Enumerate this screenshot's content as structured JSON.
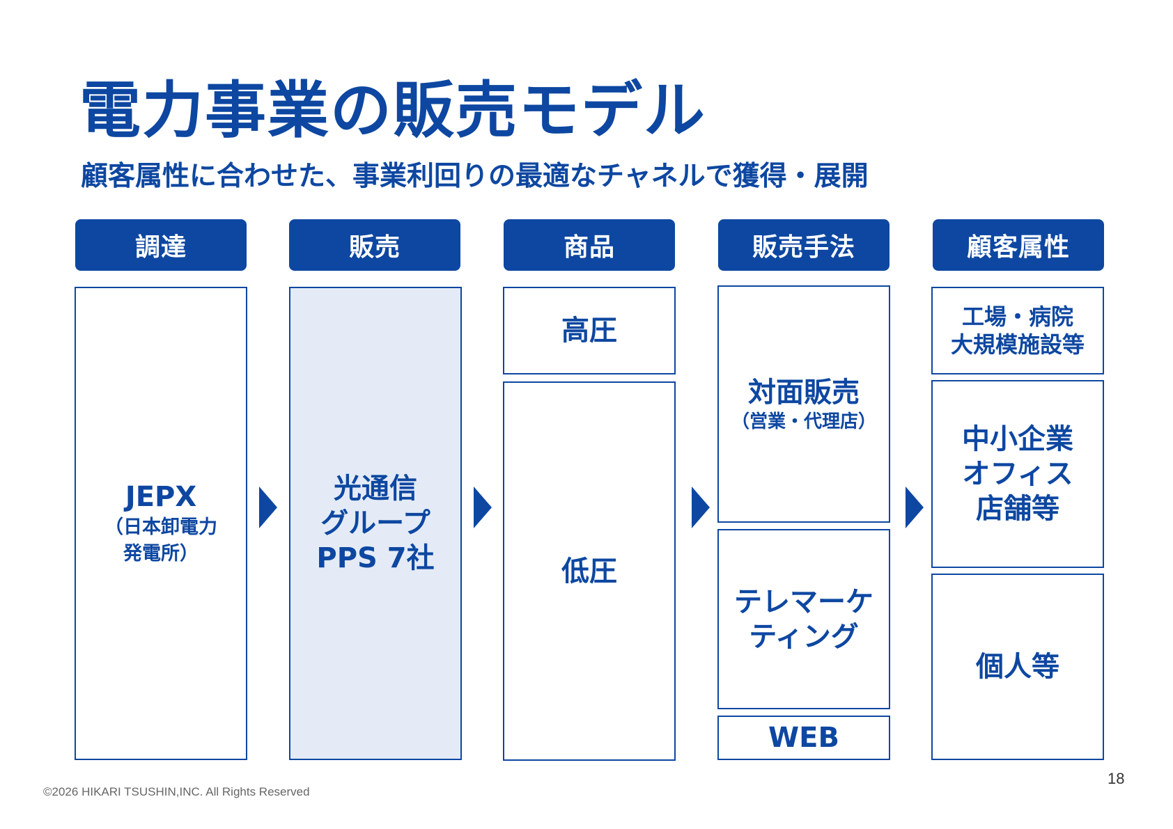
{
  "title": "電力事業の販売モデル",
  "subtitle": "顧客属性に合わせた、事業利回りの最適なチャネルで獲得・展開",
  "columns": {
    "procurement": {
      "header": "調達",
      "box": {
        "line1": "JEPX",
        "line2": "（日本卸電力",
        "line3": "発電所）"
      }
    },
    "sales": {
      "header": "販売",
      "box": {
        "line1": "光通信",
        "line2": "グループ",
        "line3": "PPS 7社"
      }
    },
    "products": {
      "header": "商品",
      "high_voltage": "高圧",
      "low_voltage": "低圧"
    },
    "sales_methods": {
      "header": "販売手法",
      "face_to_face": {
        "line1": "対面販売",
        "line2": "（営業・代理店）"
      },
      "telemarketing": {
        "line1": "テレマーケ",
        "line2": "ティング"
      },
      "web": "WEB"
    },
    "customer_attributes": {
      "header": "顧客属性",
      "large": {
        "line1": "工場・病院",
        "line2": "大規模施設等"
      },
      "sme": {
        "line1": "中小企業",
        "line2": "オフィス",
        "line3": "店舗等"
      },
      "individual": "個人等"
    }
  },
  "footer": {
    "copyright": "©2026 HIKARI TSUSHIN,INC. All Rights Reserved",
    "page_number": "18"
  },
  "colors": {
    "primary": "#0d47a1",
    "shaded_box": "#e4ebf6",
    "footer_text": "#666666"
  },
  "icons": {
    "flow_arrow": "right-triangle-arrow"
  }
}
